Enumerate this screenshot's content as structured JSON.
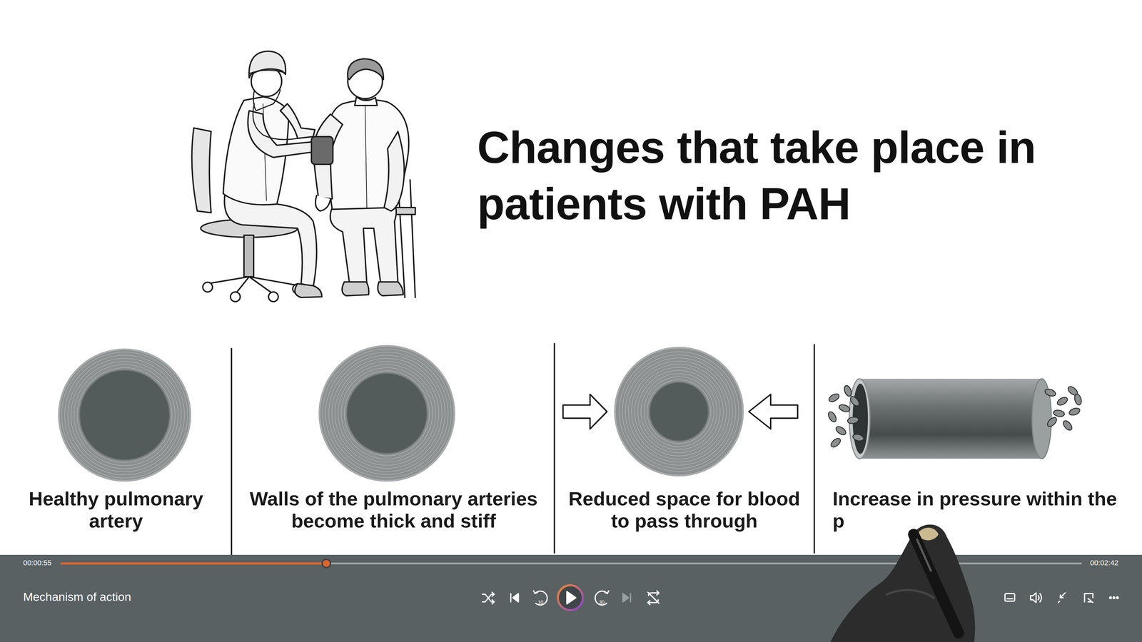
{
  "diagram": {
    "title": "Changes that take place in patients with PAH",
    "nodes": [
      {
        "text": [
          "Healthy pulmonary artery"
        ]
      },
      {
        "text": [
          "Walls of the pulmonary arteries become thick and stiff"
        ]
      },
      {
        "text": [
          "Reduced space for blood to pass through"
        ]
      },
      {
        "text": [
          "Increase in pressure within the p"
        ]
      }
    ],
    "labels": [
      "00:00:55",
      "00:02:42",
      "Mechanism of action",
      "10",
      "30"
    ]
  }
}
